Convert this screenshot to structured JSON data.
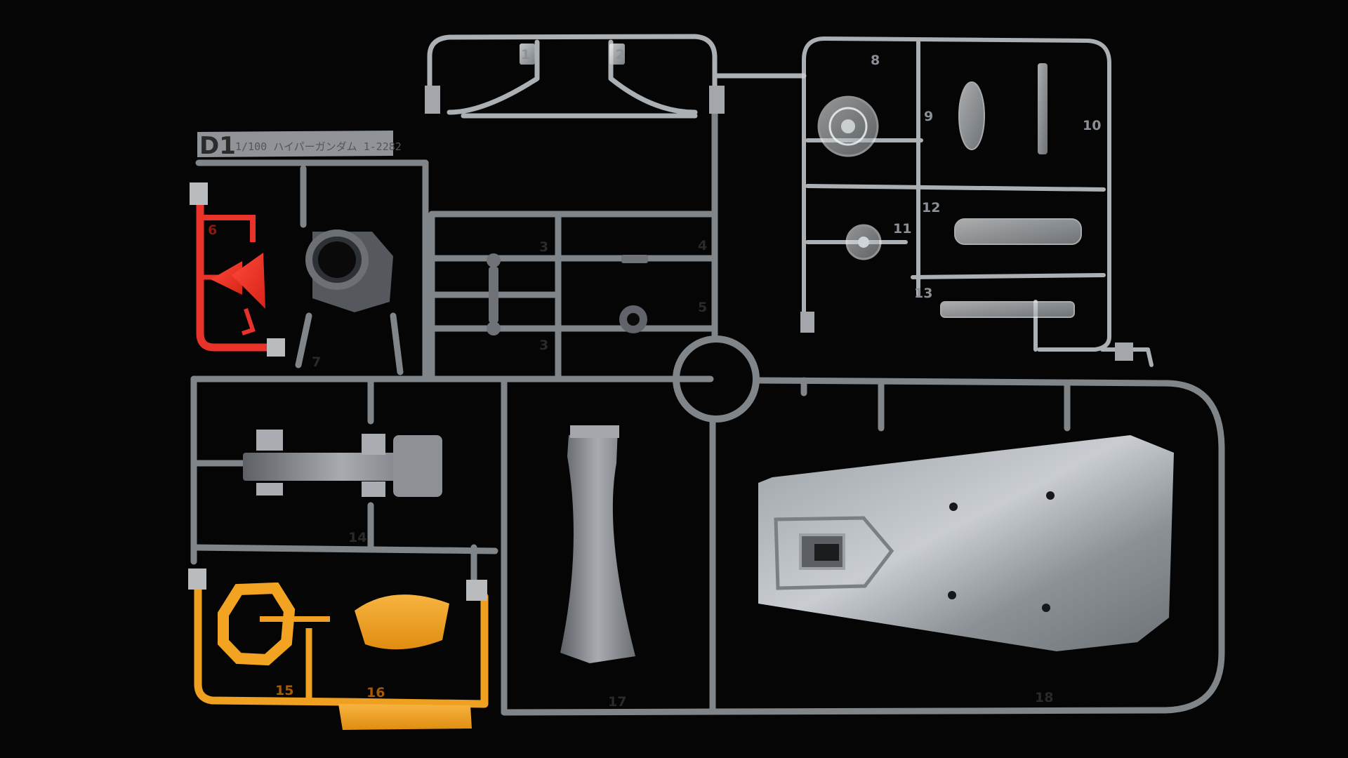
{
  "runner": {
    "tag": "D1",
    "tag_text": "1/100 ハイパーガンダム 1-2282",
    "colors": {
      "background": "#050505",
      "gray": "#8e9297",
      "gray_dark": "#5f6368",
      "clear": "#cfd5da",
      "red": "#e8322a",
      "orange": "#f2a321"
    },
    "part_labels": {
      "p1": "1",
      "p2": "2",
      "p3a": "3",
      "p3b": "3",
      "p4": "4",
      "p5": "5",
      "p6": "6",
      "p7": "7",
      "p8": "8",
      "p9": "9",
      "p10": "10",
      "p11": "11",
      "p12": "12",
      "p13": "13",
      "p14": "14",
      "p15": "15",
      "p16": "16",
      "p17": "17",
      "p18": "18"
    }
  }
}
